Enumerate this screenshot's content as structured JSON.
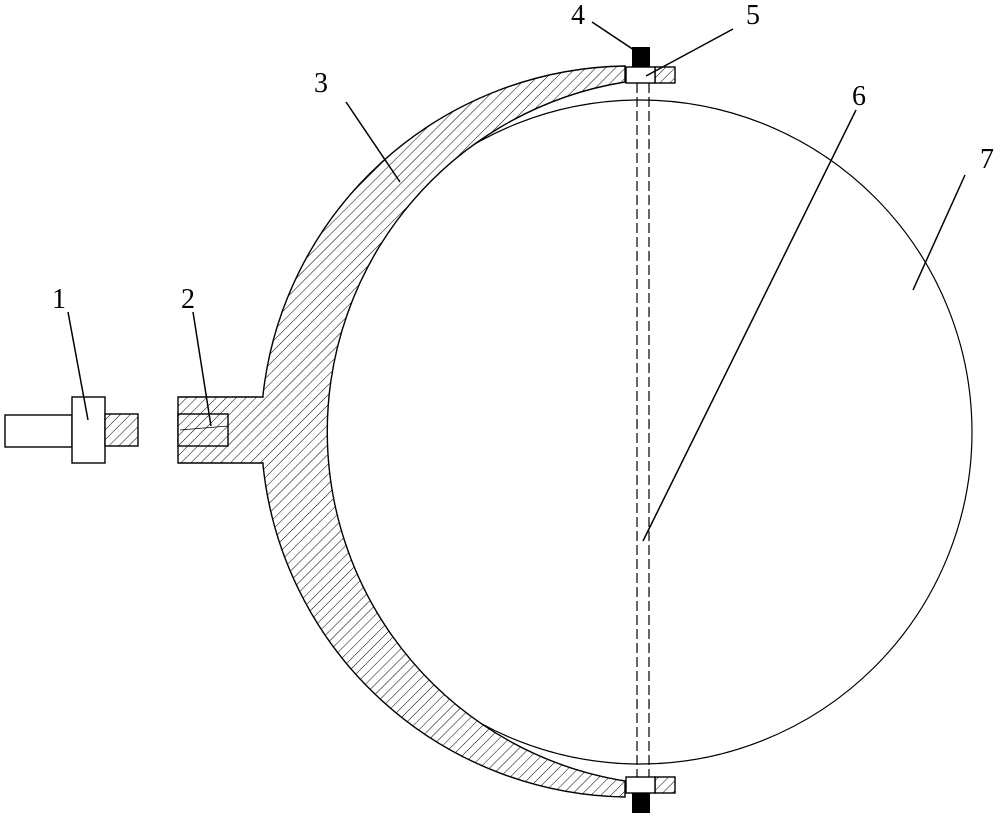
{
  "figure": {
    "labels": [
      {
        "id": "1",
        "text": "1",
        "meaning": "bolt"
      },
      {
        "id": "2",
        "text": "2",
        "meaning": "threaded-socket"
      },
      {
        "id": "3",
        "text": "3",
        "meaning": "curved-clamp-frame"
      },
      {
        "id": "4",
        "text": "4",
        "meaning": "end-cap"
      },
      {
        "id": "5",
        "text": "5",
        "meaning": "sleeve"
      },
      {
        "id": "6",
        "text": "6",
        "meaning": "shaft"
      },
      {
        "id": "7",
        "text": "7",
        "meaning": "sphere"
      }
    ],
    "colors": {
      "stroke": "#000000",
      "background": "#ffffff",
      "cap_fill": "#000000"
    }
  }
}
